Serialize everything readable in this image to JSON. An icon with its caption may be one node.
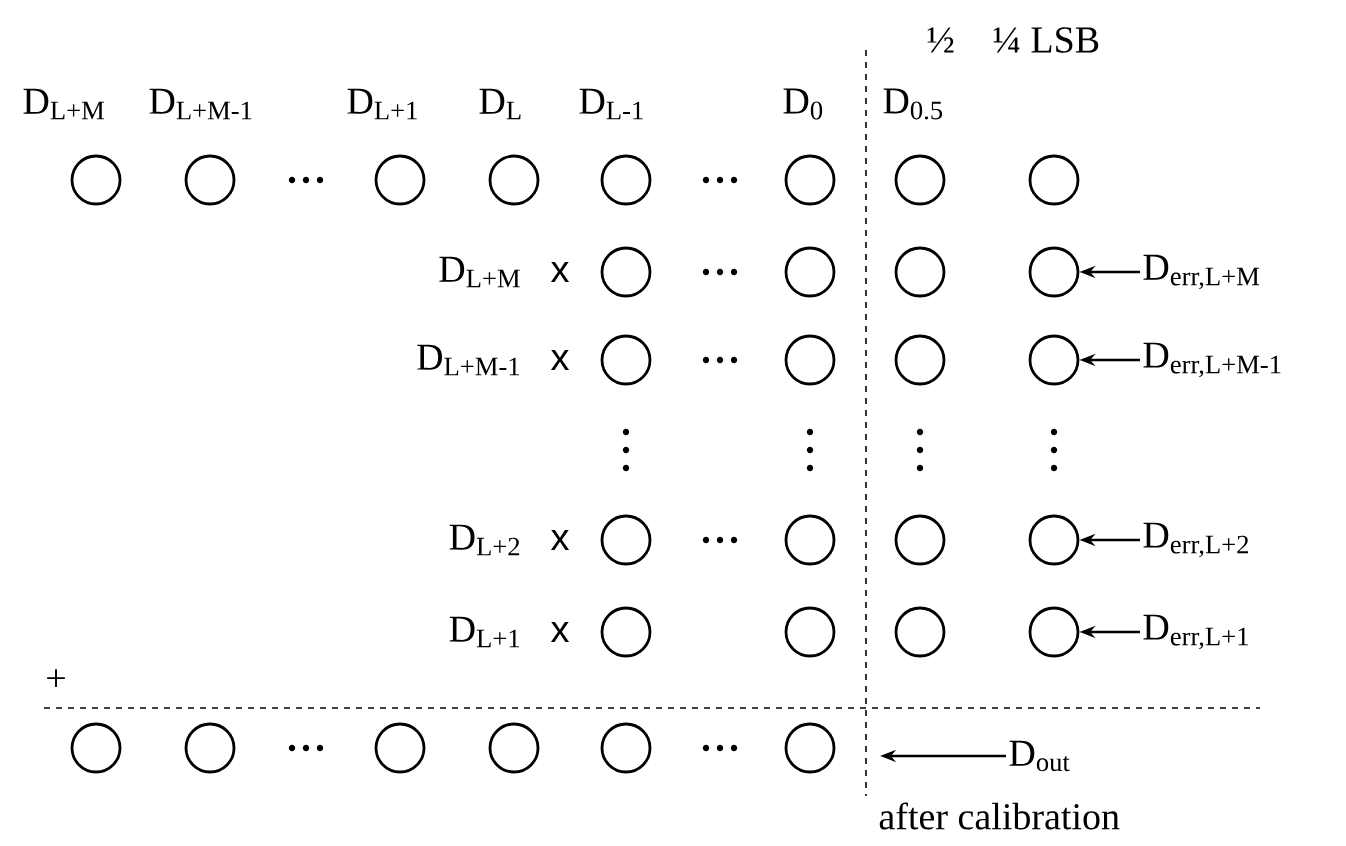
{
  "diagram": {
    "nodes": [
      {
        "text": [],
        "shape": "circle"
      },
      {
        "text": [],
        "shape": "circle"
      },
      {
        "text": [],
        "shape": "circle"
      },
      {
        "text": [],
        "shape": "circle"
      },
      {
        "text": [],
        "shape": "circle"
      },
      {
        "text": [],
        "shape": "circle"
      },
      {
        "text": [],
        "shape": "circle"
      },
      {
        "text": [],
        "shape": "circle"
      },
      {
        "text": [],
        "shape": "circle"
      },
      {
        "text": [],
        "shape": "circle"
      },
      {
        "text": [],
        "shape": "circle"
      },
      {
        "text": [],
        "shape": "circle"
      },
      {
        "text": [
          "D$_{err,L+M}$"
        ]
      },
      {
        "text": [],
        "shape": "circle"
      },
      {
        "text": [],
        "shape": "circle"
      },
      {
        "text": [],
        "shape": "circle"
      },
      {
        "text": [],
        "shape": "circle"
      },
      {
        "text": [
          "D$_{err,L+M-1}$"
        ]
      },
      {
        "text": [],
        "shape": "circle"
      },
      {
        "text": [],
        "shape": "circle"
      },
      {
        "text": [],
        "shape": "circle"
      },
      {
        "text": [],
        "shape": "circle"
      },
      {
        "text": [
          "D$_{err,L+2}$"
        ]
      },
      {
        "text": [],
        "shape": "circle"
      },
      {
        "text": [],
        "shape": "circle"
      },
      {
        "text": [],
        "shape": "circle"
      },
      {
        "text": [],
        "shape": "circle"
      },
      {
        "text": [
          "D$_{err,L+1}$"
        ]
      },
      {
        "text": [],
        "shape": "circle"
      },
      {
        "text": [],
        "shape": "circle"
      },
      {
        "text": [],
        "shape": "circle"
      },
      {
        "text": [],
        "shape": "circle"
      },
      {
        "text": [],
        "shape": "circle"
      },
      {
        "text": [],
        "shape": "circle"
      },
      {
        "text": [
          "D$_{out}$"
        ]
      }
    ],
    "edges": [
      {
        "from": 12,
        "to": 11,
        "arrow": "to"
      },
      {
        "from": 17,
        "to": 16,
        "arrow": "to"
      },
      {
        "from": 22,
        "to": 21,
        "arrow": "to"
      },
      {
        "from": 27,
        "to": 26,
        "arrow": "to"
      },
      {
        "from": 34,
        "to": null,
        "arrow": "to"
      }
    ],
    "labels": [
      "½",
      "¼ LSB",
      "D$_{L+M}$",
      "D$_{L+M-1}$",
      "D$_{L+1}$",
      "D$_{L}$",
      "D$_{L-1}$",
      "D$_{0}$",
      "D$_{0.5}$",
      "D$_{L+M}$",
      "x",
      "D$_{L+M-1}$",
      "x",
      "D$_{L+2}$",
      "x",
      "D$_{L+1}$",
      "x",
      "+",
      "after calibration"
    ]
  }
}
